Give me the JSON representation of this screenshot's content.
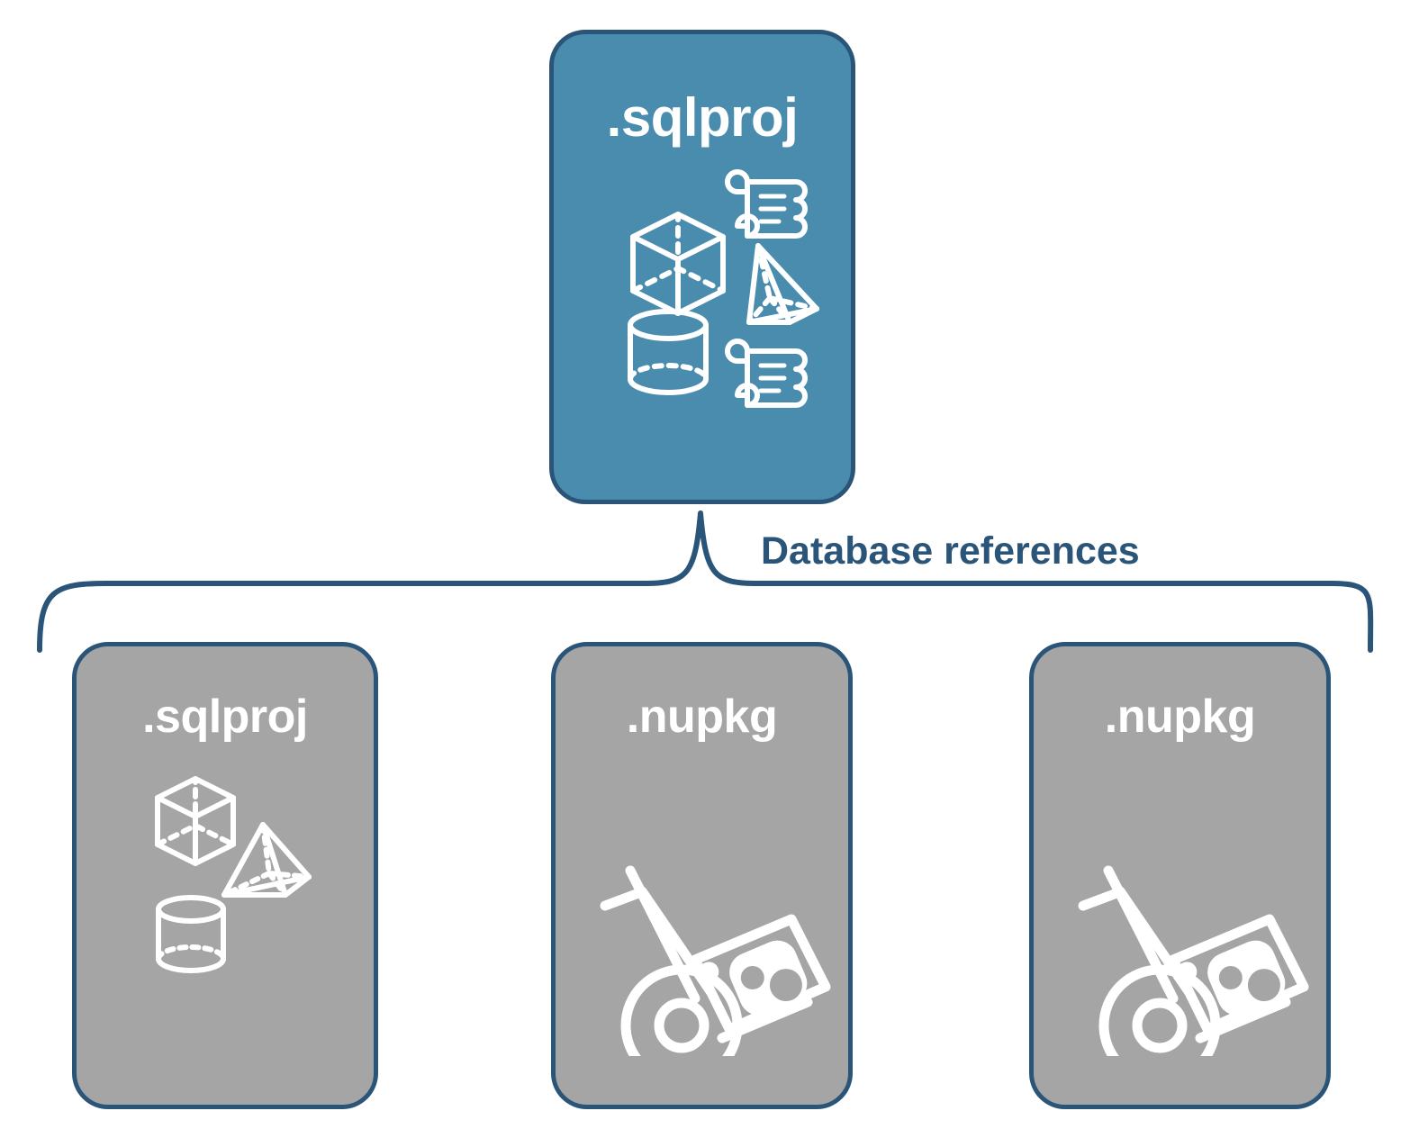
{
  "diagram": {
    "title_text_color": "#2b5578",
    "palette": {
      "primary_fill": "#4a8cae",
      "secondary_fill": "#a5a5a5",
      "stroke": "#2a5578",
      "icon": "#ffffff",
      "background": "#ffffff"
    },
    "root": {
      "label": ".sqlproj",
      "fill": "#4a8cae",
      "icons": [
        "cube-icon",
        "scroll-icon",
        "pyramid-icon",
        "cylinder-icon",
        "scroll-icon"
      ]
    },
    "connector": {
      "label": "Database references",
      "style": "curly-brace",
      "color": "#2a5578"
    },
    "children": [
      {
        "label": ".sqlproj",
        "fill": "#a5a5a5",
        "icons": [
          "cube-icon",
          "pyramid-icon",
          "cylinder-icon"
        ]
      },
      {
        "label": ".nupkg",
        "fill": "#a5a5a5",
        "icons": [
          "hand-truck-icon",
          "nuget-package-icon"
        ]
      },
      {
        "label": ".nupkg",
        "fill": "#a5a5a5",
        "icons": [
          "hand-truck-icon",
          "nuget-package-icon"
        ]
      }
    ]
  }
}
